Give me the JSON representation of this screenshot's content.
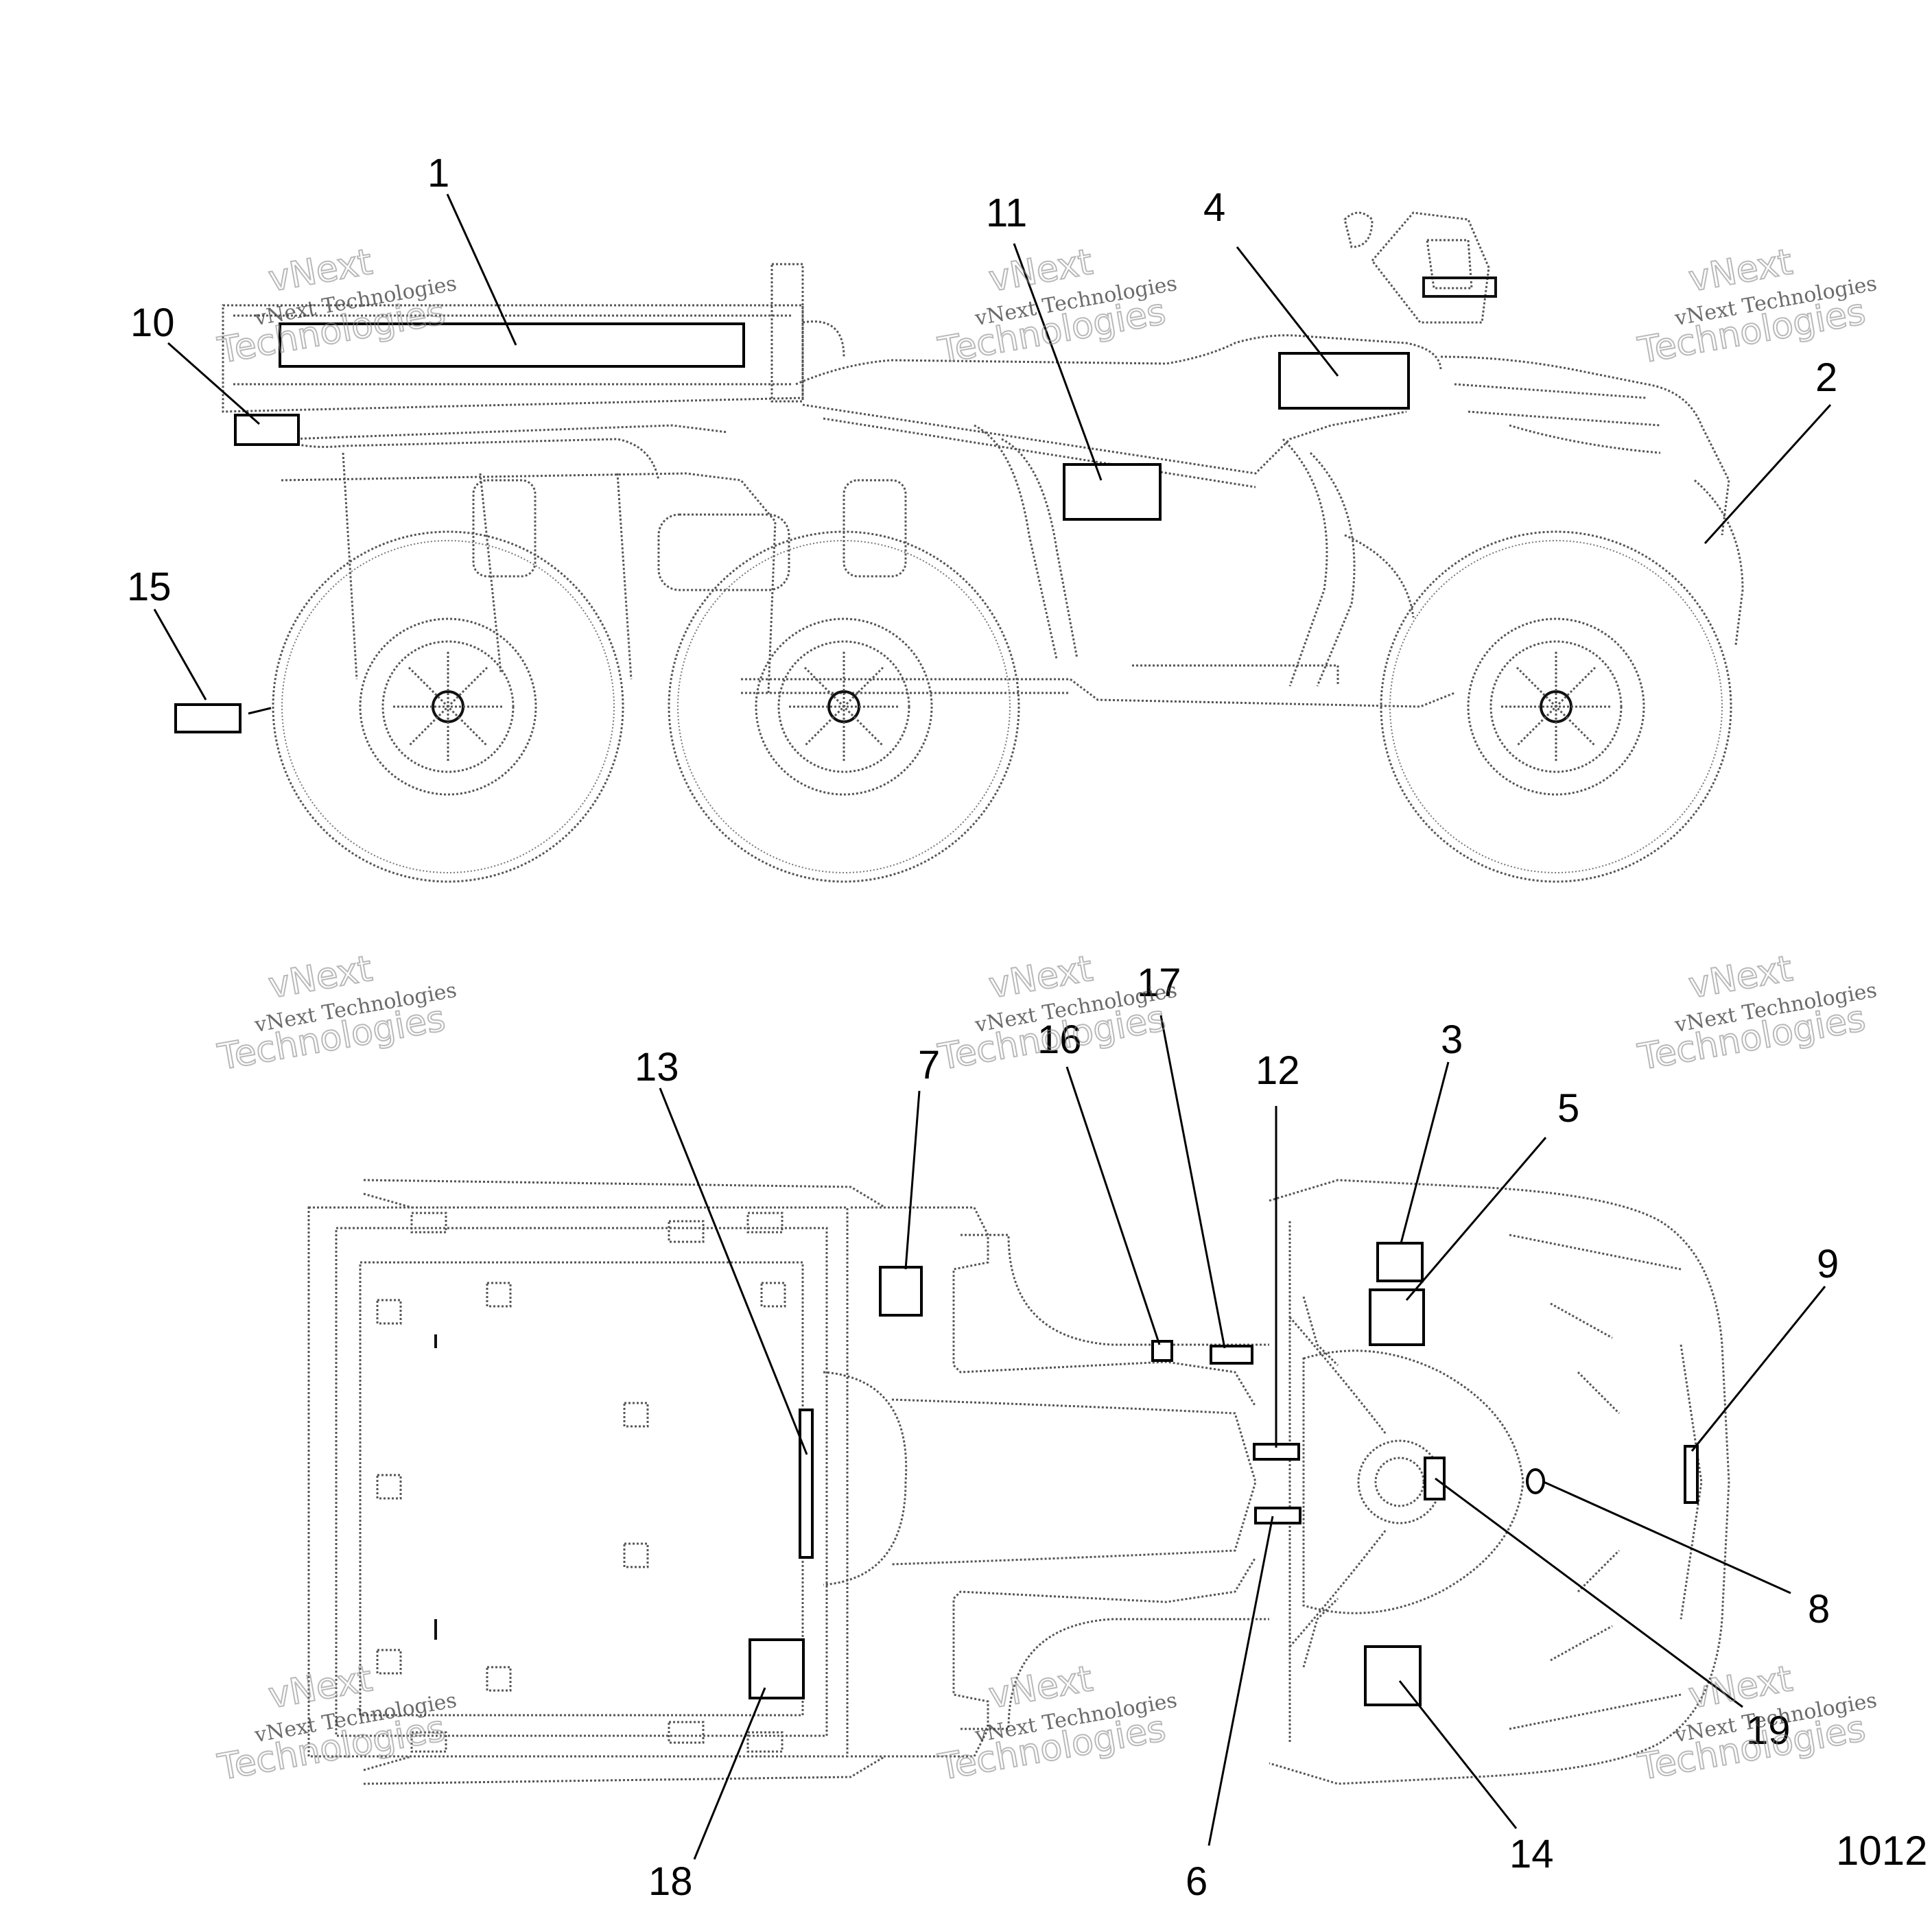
{
  "callouts": {
    "c1": "1",
    "c2": "2",
    "c3": "3",
    "c4": "4",
    "c5": "5",
    "c6": "6",
    "c7": "7",
    "c8": "8",
    "c9": "9",
    "c10": "10",
    "c11": "11",
    "c12": "12",
    "c13": "13",
    "c14": "14",
    "c15": "15",
    "c16": "16",
    "c17": "17",
    "c18": "18",
    "c19": "19"
  },
  "drawing_code": "1012",
  "watermark": {
    "line1": "vNext Technologies",
    "line2": "vNext",
    "line3": "Technologies"
  }
}
